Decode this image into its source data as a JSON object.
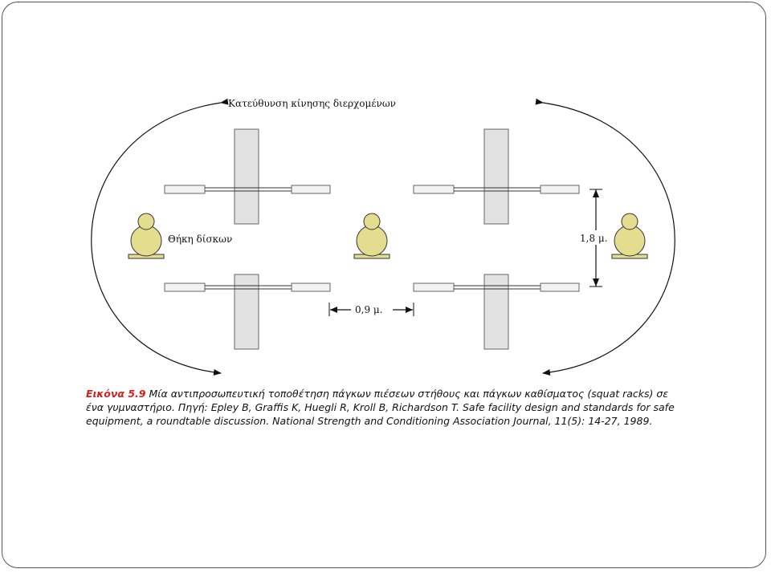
{
  "diagram": {
    "direction_label": "Κατεύθυνση κίνησης διερχομένων",
    "plate_rack_label": "Θήκη δίσκων",
    "height_label": "1,8 μ.",
    "width_label": "0,9 μ."
  },
  "caption": {
    "number": "Εικόνα 5.9",
    "text": "Μία αντιπροσωπευτική τοποθέτηση πάγκων πιέσεων στήθους και πάγκων καθίσματος (squat racks) σε ένα γυμναστήριο. Πηγή: Epley B, Graffis K, Huegli R, Kroll B, Richardson T. Safe facility design and standards for safe equipment, a roundtable discussion. National Strength and Conditioning Association Journal, 11(5): 14-27, 1989."
  },
  "colors": {
    "bench": "#e2e2e2",
    "plate_rack": "#e4dc8e",
    "plate_rack_stroke": "#333333",
    "caption_number": "#d62020",
    "frame": "#555555"
  }
}
